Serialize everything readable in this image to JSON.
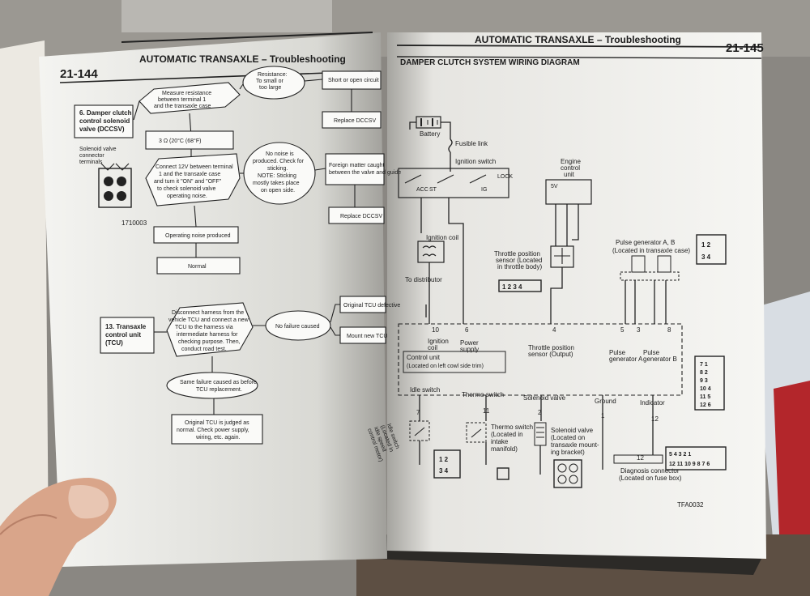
{
  "left_page": {
    "page_number": "21-144",
    "header": "AUTOMATIC TRANSAXLE – Troubleshooting",
    "steps": {
      "dccsv_title": [
        "6. Damper clutch",
        "control solenoid",
        "valve (DCCSV)"
      ],
      "connector_caption": [
        "Solenoid valve",
        "connector",
        "terminals"
      ],
      "figure_code": "1710003",
      "measure": [
        "Measure resistance",
        "between terminal 1",
        "and the transaxle case"
      ],
      "resistance": [
        "Resistance:",
        "To small or",
        "too large"
      ],
      "short_open": "Short or open circuit",
      "replace_dccsv_1": "Replace DCCSV",
      "ohm_spec": "3 Ω (20°C (68°F)",
      "connect_12v": [
        "Connect 12V between terminal",
        "1 and the transaxle case",
        "and turn it \"ON\" and \"OFF\"",
        "to check solenoid valve",
        "operating noise."
      ],
      "no_noise": [
        "No noise is",
        "produced. Check for",
        "sticking.",
        "NOTE: Sticking",
        "mostly takes place",
        "on open side."
      ],
      "foreign_matter": [
        "Foreign matter caught",
        "between the valve and guide"
      ],
      "replace_dccsv_2": "Replace DCCSV",
      "noise_produced": "Operating noise produced",
      "normal": "Normal",
      "tcu_title": [
        "13. Transaxle",
        "control unit",
        "(TCU)"
      ],
      "disconnect": [
        "Disconnect harness from the",
        "vehicle TCU and connect a new",
        "TCU to the harness via",
        "intermediate harness for",
        "checking purpose. Then,",
        "conduct road test."
      ],
      "no_failure": "No failure caused",
      "original_defective": "Original TCU defective",
      "mount_new": "Mount new TCU",
      "same_failure": [
        "Same failure caused as before",
        "TCU replacement."
      ],
      "original_normal": [
        "Original TCU is judged as",
        "normal. Check power supply,",
        "wiring, etc. again."
      ]
    }
  },
  "right_page": {
    "page_number": "21-145",
    "header": "AUTOMATIC TRANSAXLE – Troubleshooting",
    "diagram_title": "DAMPER CLUTCH SYSTEM WIRING DIAGRAM",
    "figure_code": "TFA0032",
    "labels": {
      "battery": "Battery",
      "fusible_link": "Fusible link",
      "ignition_switch": "Ignition switch",
      "lock": "LOCK",
      "acc": "ACC",
      "st": "ST",
      "ig": "IG",
      "engine_ecu": [
        "Engine",
        "control",
        "unit"
      ],
      "five_v": "5V",
      "ignition_coil": "Ignition coil",
      "to_distributor": "To distributor",
      "tps": [
        "Throttle position",
        "sensor (Located",
        "in throttle body)"
      ],
      "tps_pins": "1 2 3 4",
      "pulse_gen": [
        "Pulse generator A, B",
        "(Located in transaxle case)"
      ],
      "ignition_coil_in": [
        "Ignition",
        "coil"
      ],
      "power_supply": [
        "Power",
        "supply"
      ],
      "tps_output": [
        "Throttle position",
        "sensor (Output)"
      ],
      "pulse_a": [
        "Pulse",
        "generator A"
      ],
      "pulse_b": [
        "Pulse",
        "generator B"
      ],
      "control_unit": [
        "Control unit",
        "(Located on left cowl side trim)"
      ],
      "idle_switch": "Idle switch",
      "thermo_switch": "Thermo switch",
      "solenoid_valve": "Solenoid valve",
      "ground": "Ground",
      "indicator": "Indicator",
      "idle_switch_loc": [
        "Idle switch",
        "(Located in",
        "idle speed",
        "control motor)"
      ],
      "thermo_loc": [
        "Thermo switch",
        "(Located in",
        "intake",
        "manifold)"
      ],
      "solenoid_loc": [
        "Solenoid valve",
        "(Located on",
        "transaxle mount-",
        "ing bracket)"
      ],
      "diag_connector": [
        "Diagnosis connector",
        "(Located on fuse box)"
      ],
      "pins": {
        "p10": "10",
        "p6": "6",
        "p4": "4",
        "p5": "5",
        "p3": "3",
        "p8": "8",
        "p11": "11",
        "p7": "7",
        "p2": "2",
        "p1": "1",
        "p12": "12",
        "p12b": "12"
      }
    }
  }
}
